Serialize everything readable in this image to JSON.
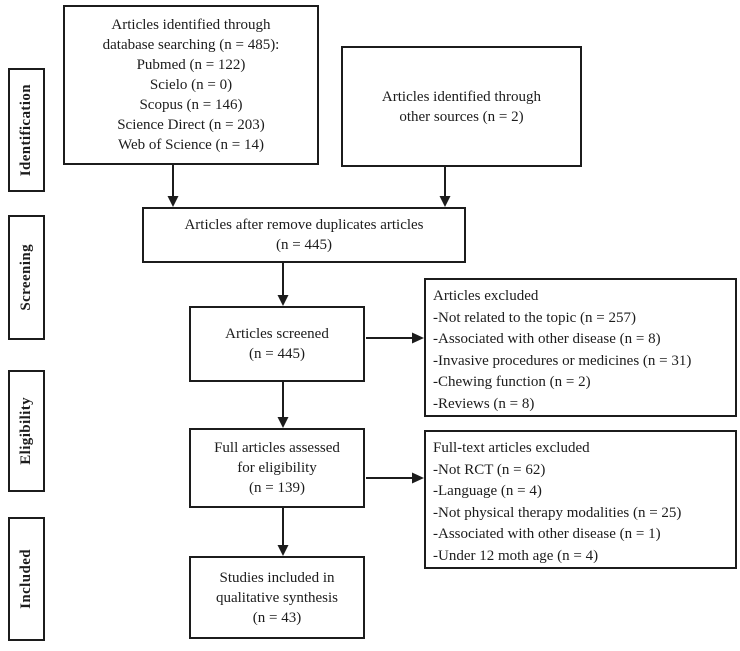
{
  "colors": {
    "ink": "#1c1c1c",
    "background": "#ffffff"
  },
  "stages": [
    {
      "label": "Identification"
    },
    {
      "label": "Screening"
    },
    {
      "label": "Eligibility"
    },
    {
      "label": "Included"
    }
  ],
  "boxes": {
    "database_search": {
      "lines": [
        "Articles identified through",
        "database searching (n = 485):",
        "Pubmed (n = 122)",
        "Scielo (n = 0)",
        "Scopus (n = 146)",
        "Science Direct (n = 203)",
        "Web of Science (n = 14)"
      ]
    },
    "other_sources": {
      "lines": [
        "Articles identified through",
        "other sources (n = 2)"
      ]
    },
    "after_duplicates": {
      "lines": [
        "Articles after remove duplicates articles",
        "(n = 445)"
      ]
    },
    "screened": {
      "lines": [
        "Articles screened",
        "(n = 445)"
      ]
    },
    "articles_excluded": {
      "lines": [
        "Articles excluded",
        "-Not related to the topic (n = 257)",
        "-Associated with other disease (n = 8)",
        "-Invasive procedures or medicines (n = 31)",
        "-Chewing function (n = 2)",
        "-Reviews (n = 8)"
      ]
    },
    "full_text_assessed": {
      "lines": [
        "Full articles assessed",
        "for eligibility",
        "(n = 139)"
      ]
    },
    "full_text_excluded": {
      "lines": [
        "Full-text articles excluded",
        "-Not RCT (n = 62)",
        "-Language (n = 4)",
        "-Not physical therapy modalities (n = 25)",
        "-Associated with other disease (n = 1)",
        "-Under 12 moth age (n = 4)"
      ]
    },
    "included_studies": {
      "lines": [
        "Studies included in",
        "qualitative synthesis",
        "(n = 43)"
      ]
    }
  }
}
